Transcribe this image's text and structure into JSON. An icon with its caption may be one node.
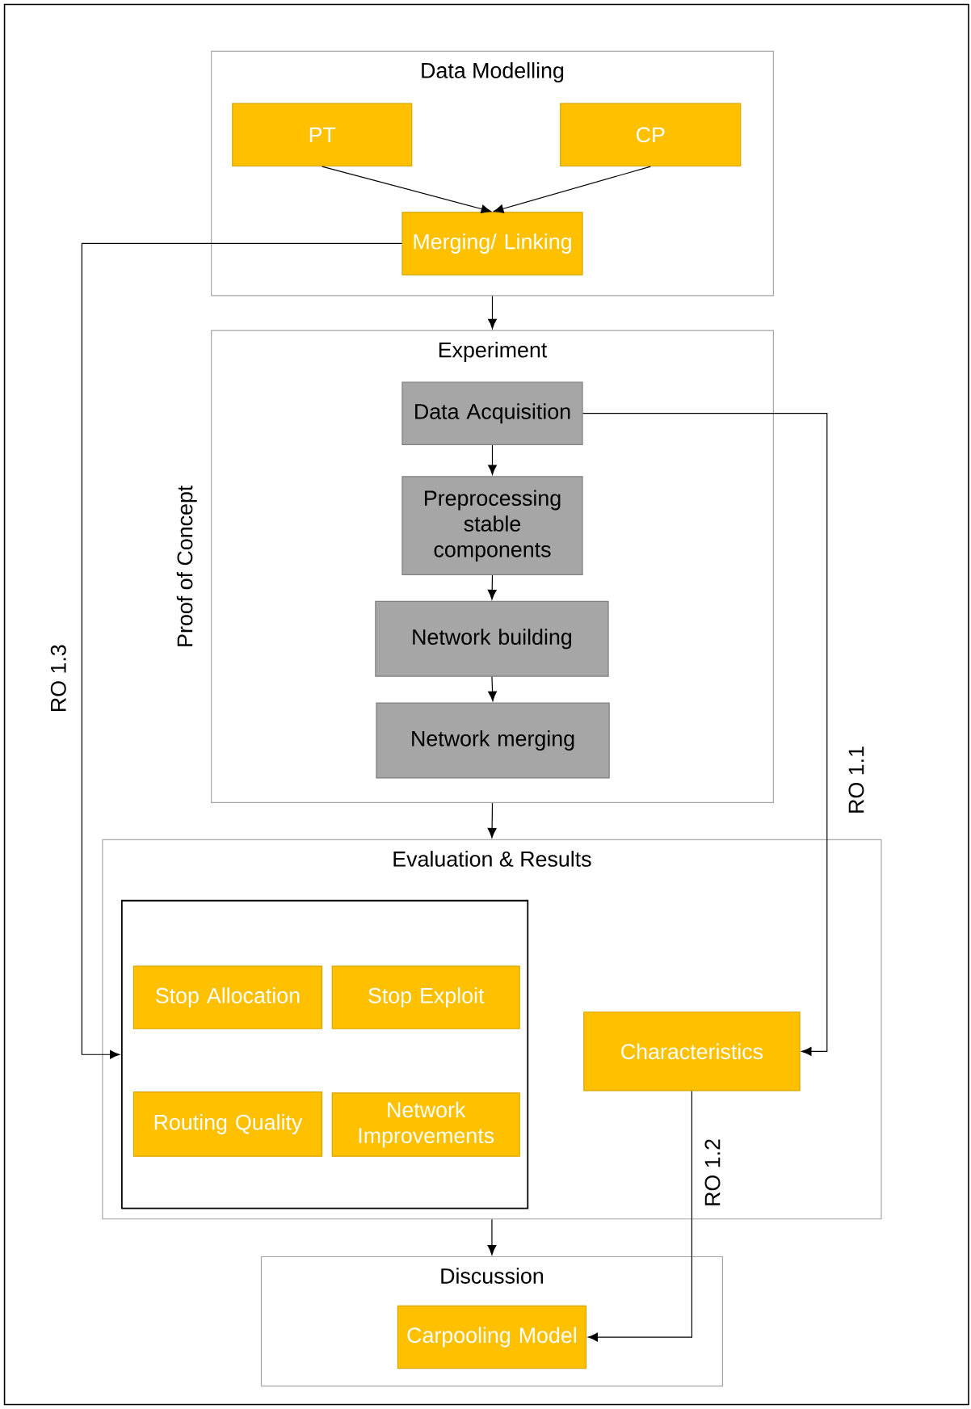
{
  "diagram": {
    "nodes": [
      {
        "text": [
          "Data Modelling"
        ]
      },
      {
        "text": [
          "PT"
        ],
        "in": 0
      },
      {
        "text": [
          "CP"
        ],
        "in": 0
      },
      {
        "text": [
          "Merging/ Linking"
        ],
        "in": 0
      },
      {
        "text": [
          "Experiment",
          "Proof of Concept"
        ]
      },
      {
        "text": [
          "Data Acquisition"
        ],
        "in": 4
      },
      {
        "text": [
          "Preprocessing stable components"
        ],
        "in": 4
      },
      {
        "text": [
          "Network building"
        ],
        "in": 4
      },
      {
        "text": [
          "Network merging"
        ],
        "in": 4
      },
      {
        "text": [
          "Evaluation & Results"
        ]
      },
      {
        "text": [],
        "shape": "box",
        "in": 9
      },
      {
        "text": [
          "Stop Allocation"
        ],
        "in": 10
      },
      {
        "text": [
          "Stop Exploit"
        ],
        "in": 10
      },
      {
        "text": [
          "Routing Quality"
        ],
        "in": 10
      },
      {
        "text": [
          "Network Improvements"
        ],
        "in": 10
      },
      {
        "text": [
          "Characteristics"
        ],
        "in": 9
      },
      {
        "text": [
          "Discussion"
        ]
      },
      {
        "text": [
          "Carpooling Model"
        ],
        "in": 16
      }
    ],
    "edges": [
      {
        "from": 1,
        "to": 3,
        "arrow": "to"
      },
      {
        "from": 2,
        "to": 3,
        "arrow": "to"
      },
      {
        "from": 0,
        "to": 4,
        "arrow": "to"
      },
      {
        "from": 5,
        "to": 6,
        "arrow": "to"
      },
      {
        "from": 6,
        "to": 7,
        "arrow": "to"
      },
      {
        "from": 7,
        "to": 8,
        "arrow": "to"
      },
      {
        "from": 4,
        "to": 9,
        "arrow": "to"
      },
      {
        "from": 9,
        "to": 16,
        "arrow": "to"
      },
      {
        "from": 3,
        "to": 10,
        "arrow": "to",
        "label": "RO 1.3"
      },
      {
        "from": 5,
        "to": 15,
        "arrow": "to",
        "label": "RO 1.1"
      },
      {
        "from": 15,
        "to": 17,
        "arrow": "to",
        "label": "RO 1.2"
      }
    ]
  }
}
